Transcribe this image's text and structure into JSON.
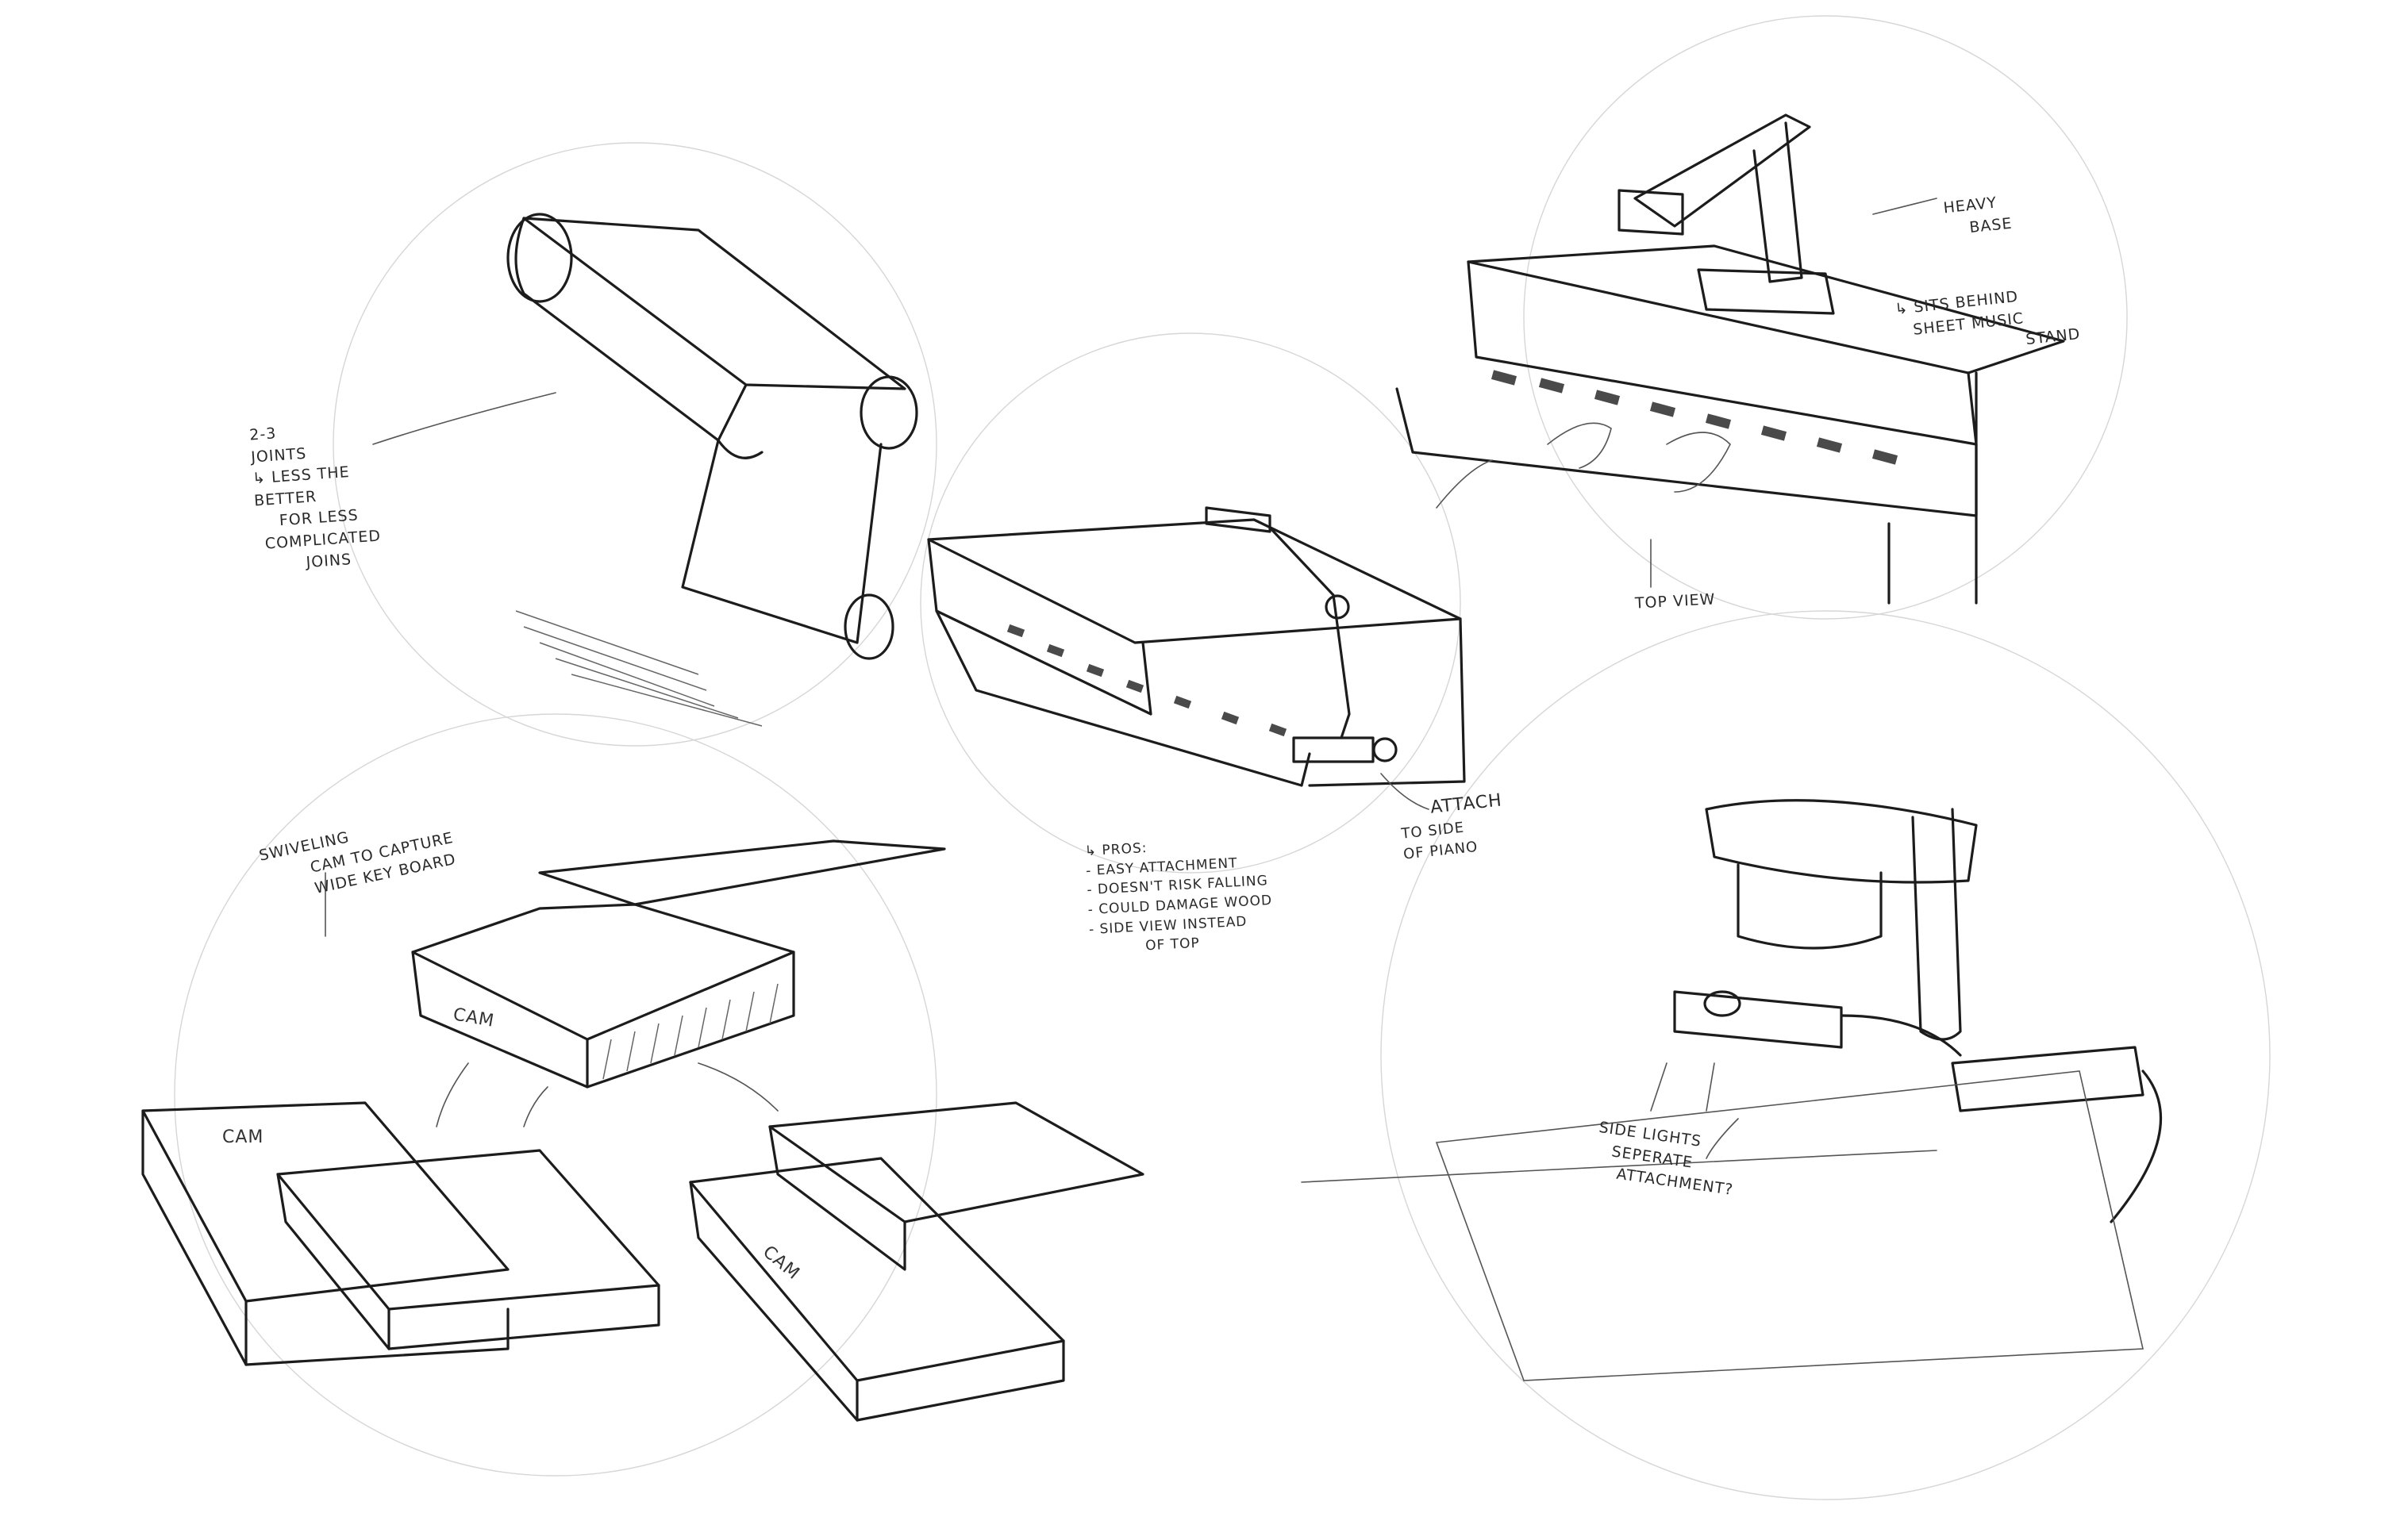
{
  "annotations": {
    "joints": [
      "2-3",
      "JOINTS",
      "↳ LESS THE",
      "BETTER",
      "FOR LESS",
      "COMPLICATED",
      "JOINS"
    ],
    "swiveling": [
      "SWIVELING",
      "CAM TO CAPTURE",
      "WIDE KEY BOARD"
    ],
    "pros": [
      "↳ PROS:",
      "- EASY ATTACHMENT",
      "- DOESN'T RISK FALLING",
      "- COULD DAMAGE WOOD",
      "- SIDE VIEW INSTEAD",
      "OF TOP"
    ],
    "attach": [
      "ATTACH",
      "TO SIDE",
      "OF PIANO"
    ],
    "heavy_base": [
      "HEAVY",
      "BASE"
    ],
    "sits_behind": [
      "↳ SITS BEHIND",
      "SHEET MUSIC",
      "STAND"
    ],
    "top_view": "TOP VIEW",
    "side_lights": [
      "SIDE LIGHTS",
      "SEPERATE",
      "ATTACHMENT?"
    ]
  },
  "cam_labels": [
    "CAM",
    "CAM",
    "CAM"
  ]
}
